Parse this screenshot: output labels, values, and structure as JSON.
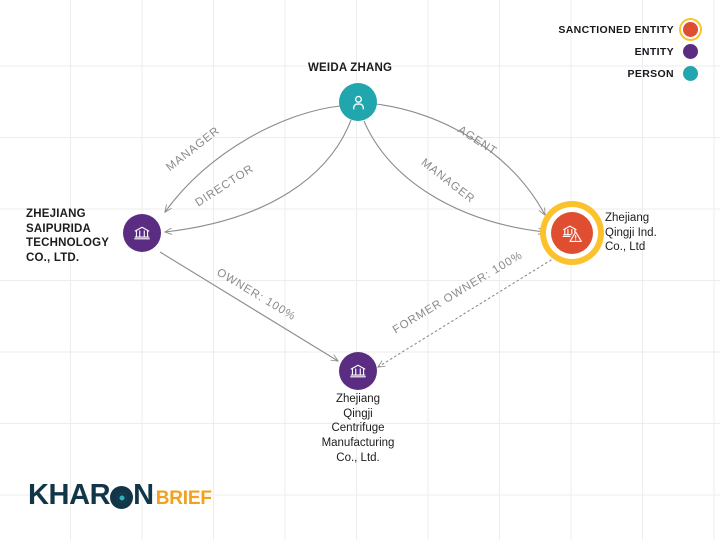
{
  "legend": {
    "items": [
      {
        "label": "SANCTIONED ENTITY",
        "icon": "sanctioned-dot-icon",
        "color": "#E04E32",
        "ring": "#FCC22E"
      },
      {
        "label": "ENTITY",
        "icon": "entity-dot-icon",
        "color": "#5B2D82"
      },
      {
        "label": "PERSON",
        "icon": "person-dot-icon",
        "color": "#21A6AE"
      }
    ]
  },
  "graph": {
    "nodes": [
      {
        "id": "weida-zhang",
        "label": "WEIDA ZHANG",
        "type": "person",
        "icon": "person-icon",
        "color": "#21A6AE",
        "label_style": "bold"
      },
      {
        "id": "zhejiang-saipurida",
        "label": "ZHEJIANG SAIPURIDA TECHNOLOGY CO., LTD.",
        "label_lines": [
          "ZHEJIANG",
          "SAIPURIDA",
          "TECHNOLOGY",
          "CO., LTD."
        ],
        "type": "entity",
        "icon": "bank-icon",
        "color": "#5B2D82",
        "label_style": "bold"
      },
      {
        "id": "zhejiang-qingji-ind",
        "label": "Zhejiang Qingji Ind. Co., Ltd",
        "label_lines": [
          "Zhejiang",
          "Qingji Ind.",
          "Co., Ltd"
        ],
        "type": "sanctioned-entity",
        "icon": "bank-warning-icon",
        "color": "#E04E32",
        "ring_color": "#FCC22E",
        "label_style": "plain"
      },
      {
        "id": "zhejiang-qingji-centrifuge",
        "label": "Zhejiang Qingji Centrifuge Manufacturing Co., Ltd.",
        "label_lines": [
          "Zhejiang",
          "Qingji",
          "Centrifuge",
          "Manufacturing",
          "Co., Ltd."
        ],
        "type": "entity",
        "icon": "bank-icon",
        "color": "#5B2D82",
        "label_style": "plain"
      }
    ],
    "edges": [
      {
        "id": "e1",
        "label": "MANAGER",
        "source": "weida-zhang",
        "target": "zhejiang-saipurida",
        "style": "solid"
      },
      {
        "id": "e2",
        "label": "DIRECTOR",
        "source": "weida-zhang",
        "target": "zhejiang-saipurida",
        "style": "solid"
      },
      {
        "id": "e3",
        "label": "AGENT",
        "source": "weida-zhang",
        "target": "zhejiang-qingji-ind",
        "style": "solid"
      },
      {
        "id": "e4",
        "label": "MANAGER",
        "source": "weida-zhang",
        "target": "zhejiang-qingji-ind",
        "style": "solid"
      },
      {
        "id": "e5",
        "label": "OWNER: 100%",
        "source": "zhejiang-saipurida",
        "target": "zhejiang-qingji-centrifuge",
        "style": "solid"
      },
      {
        "id": "e6",
        "label": "FORMER OWNER: 100%",
        "source": "zhejiang-qingji-ind",
        "target": "zhejiang-qingji-centrifuge",
        "style": "dotted"
      }
    ]
  },
  "logo": {
    "primary": "KHAR",
    "primary_tail": "N",
    "secondary": "BRIEF",
    "primary_color": "#123647",
    "secondary_color": "#F2A01E"
  }
}
